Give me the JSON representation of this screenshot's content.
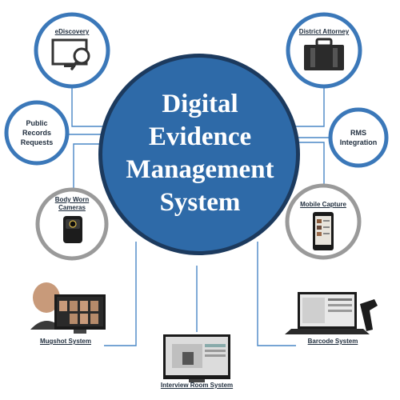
{
  "center": {
    "lines": [
      "Digital",
      "Evidence",
      "Management",
      "System"
    ]
  },
  "nodes": {
    "ediscovery": "eDiscovery",
    "district_attorney": "District Attorney",
    "public_records": [
      "Public",
      "Records",
      "Requests"
    ],
    "rms_integration": [
      "RMS",
      "Integration"
    ],
    "body_worn_cameras": [
      "Body Worn",
      "Cameras"
    ],
    "mobile_capture": "Mobile Capture",
    "mugshot_system": "Mugshot System",
    "interview_room_system": "Interview Room System",
    "barcode_system": "Barcode System"
  },
  "colors": {
    "center_fill": "#2e6aa8",
    "center_ring": "#1c3a5e",
    "connector": "#4a87c6",
    "node_ring_blue": "#3b78b9",
    "node_ring_grey": "#9a9a9a"
  },
  "icons": {
    "ediscovery": "monitor-magnifier-icon",
    "district_attorney": "briefcase-icon",
    "body_worn_cameras": "body-camera-icon",
    "mobile_capture": "smartphone-icon",
    "mugshot_system": "mugshot-monitor-icon",
    "interview_room_system": "interview-monitor-icon",
    "barcode_system": "laptop-barcode-scanner-icon"
  }
}
